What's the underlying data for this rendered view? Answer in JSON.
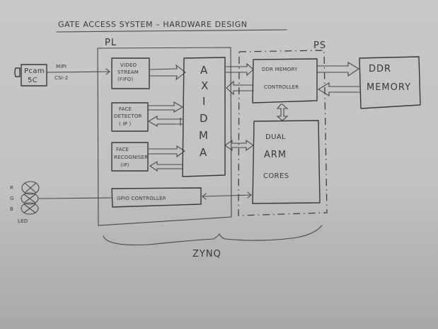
{
  "title": "GATE ACCESS SYSTEM – HARDWARE DESIGN",
  "regions": {
    "pl": {
      "label": "PL"
    },
    "ps": {
      "label": "PS"
    },
    "zynq": {
      "label": "ZYNQ"
    }
  },
  "blocks": {
    "camera": {
      "line1": "Pcam",
      "line2": "5C"
    },
    "video_stream": {
      "line1": "VIDEO",
      "line2": "STREAM",
      "line3": "(FIFO)"
    },
    "face_detector": {
      "line1": "FACE",
      "line2": "DETECTOR",
      "line3": "( IP )"
    },
    "face_recogniser": {
      "line1": "FACE",
      "line2": "RECOGNISER",
      "line3": "(IP)"
    },
    "axi_dma": {
      "chars": [
        "A",
        "X",
        "I",
        "D",
        "M",
        "A"
      ]
    },
    "gpio_controller": {
      "label": "GPIO CONTROLLER"
    },
    "ddr_controller": {
      "line1": "DDR MEMORY",
      "line2": "CONTROLLER"
    },
    "arm_cores": {
      "line1": "DUAL",
      "line2": "ARM",
      "line3": "CORES"
    },
    "ddr_memory": {
      "line1": "DDR",
      "line2": "MEMORY"
    },
    "led": {
      "r": "R",
      "g": "G",
      "b": "B",
      "label": "LED"
    }
  },
  "connections": {
    "camera_link": {
      "top": "MIPI",
      "bottom": "CSI-2"
    }
  }
}
